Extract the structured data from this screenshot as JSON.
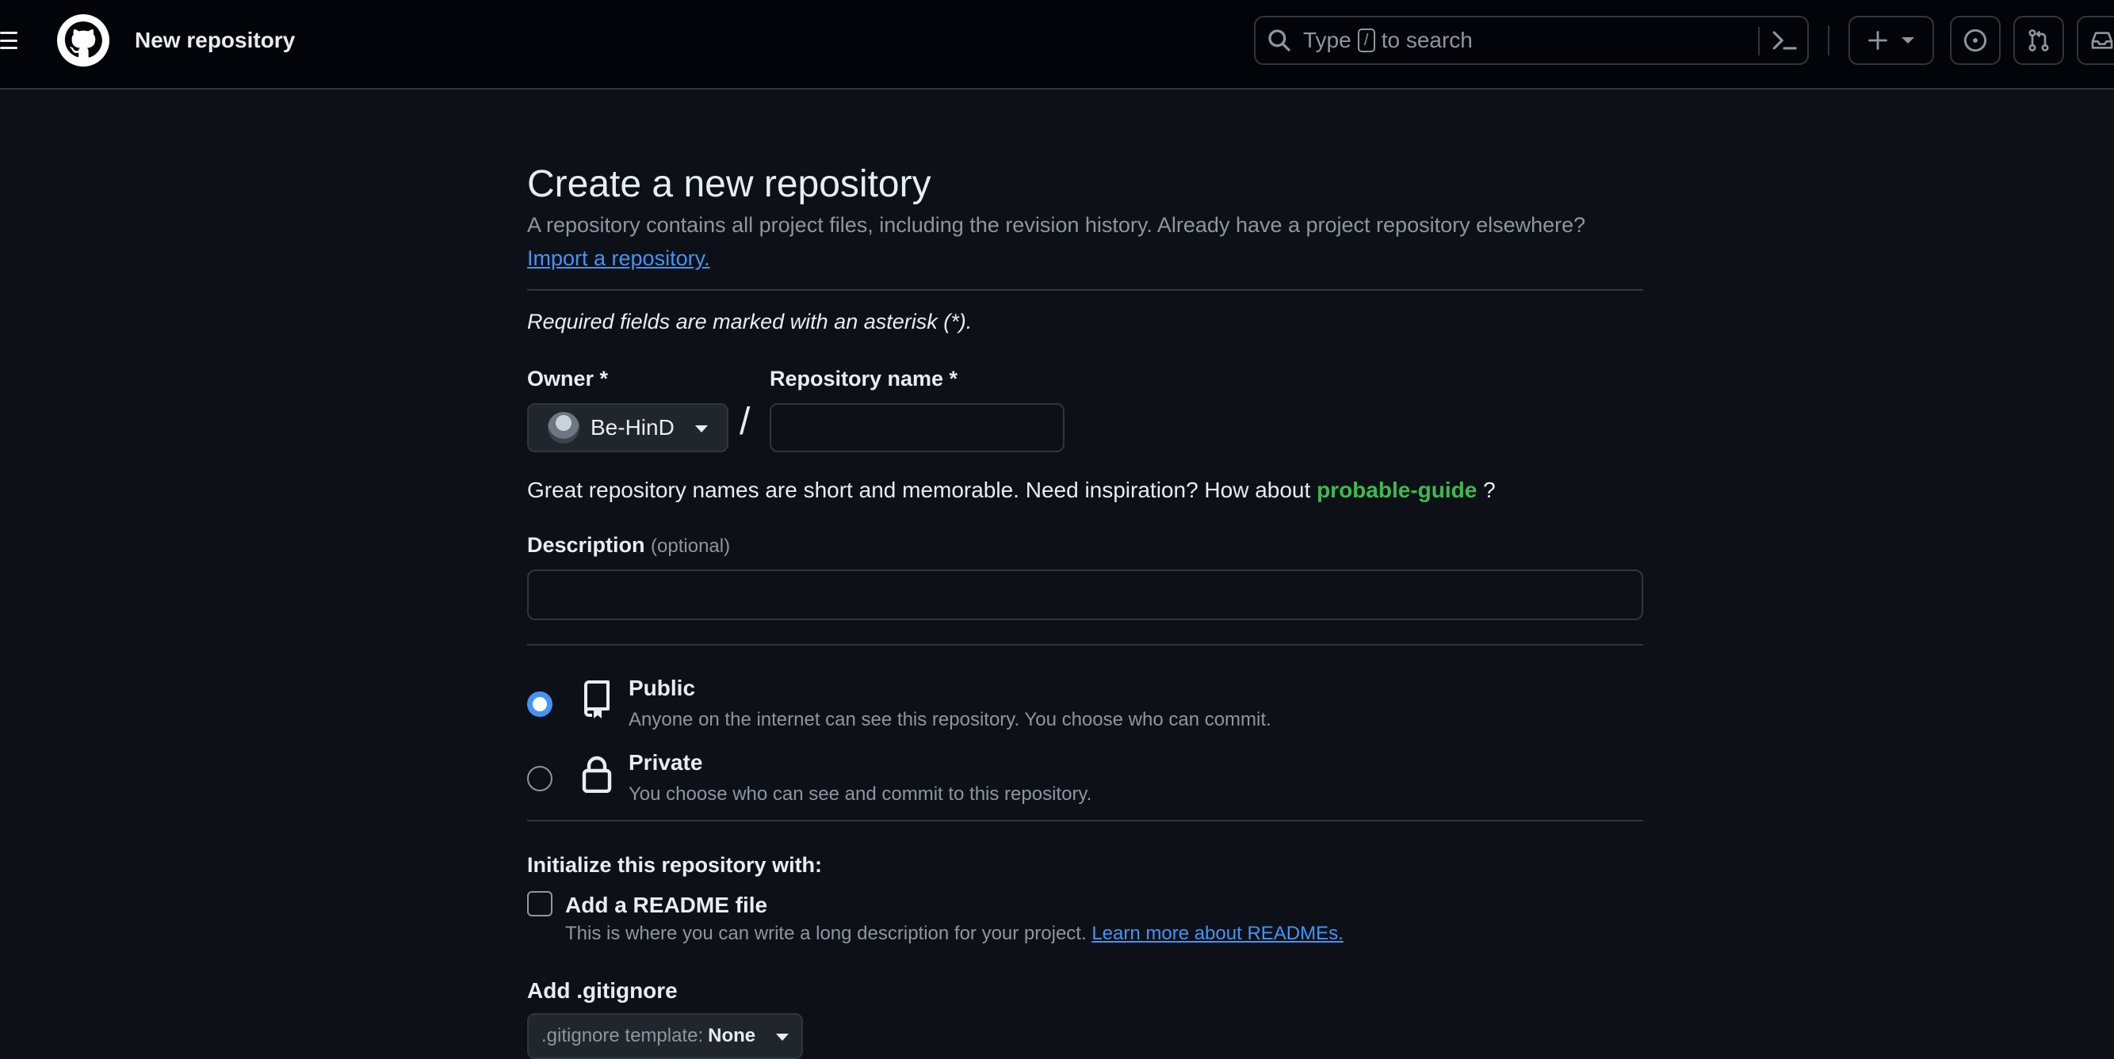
{
  "header": {
    "context_title": "New repository",
    "search": {
      "prefix": "Type",
      "key": "/",
      "suffix": "to search"
    }
  },
  "page": {
    "title": "Create a new repository",
    "subtitle": "A repository contains all project files, including the revision history. Already have a project repository elsewhere?",
    "import_link": "Import a repository.",
    "required_note": "Required fields are marked with an asterisk (*)."
  },
  "owner": {
    "label": "Owner *",
    "value": "Be-HinD"
  },
  "repo_name": {
    "label": "Repository name *",
    "value": ""
  },
  "separator": "/",
  "hint": {
    "text": "Great repository names are short and memorable. Need inspiration? How about",
    "suggestion": "probable-guide",
    "end": "?"
  },
  "description": {
    "label": "Description",
    "optional": "(optional)",
    "value": ""
  },
  "visibility": {
    "options": [
      {
        "title": "Public",
        "desc": "Anyone on the internet can see this repository. You choose who can commit.",
        "checked": true
      },
      {
        "title": "Private",
        "desc": "You choose who can see and commit to this repository.",
        "checked": false
      }
    ]
  },
  "init": {
    "heading": "Initialize this repository with:",
    "readme_label": "Add a README file",
    "readme_desc": "This is where you can write a long description for your project.",
    "readme_link": "Learn more about READMEs."
  },
  "gitignore": {
    "label": "Add .gitignore",
    "prefix": ".gitignore template:",
    "value": "None"
  },
  "colors": {
    "background": "#0d1117",
    "header": "#010409",
    "link": "#4493f8",
    "suggestion": "#3fb950"
  }
}
